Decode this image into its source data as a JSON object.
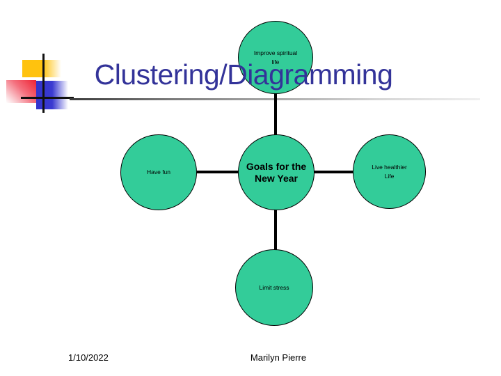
{
  "slide": {
    "title": "Clustering/Diagramming",
    "footer": {
      "date": "1/10/2022",
      "author": "Marilyn Pierre"
    }
  },
  "colors": {
    "title_text": "#333399",
    "node_fill": "#33CC99",
    "node_border": "#000000",
    "connector": "#000000",
    "decoration_yellow": "#FFC20E",
    "decoration_red": "#EE2233",
    "decoration_blue": "#3333CC",
    "title_rule_gray": "#A8A8A8"
  },
  "diagram": {
    "type": "cluster",
    "center": {
      "label": "Goals for the\nNew Year"
    },
    "branches": [
      {
        "position": "top",
        "label": "Improve spiritual\nlife"
      },
      {
        "position": "left",
        "label": "Have fun"
      },
      {
        "position": "right",
        "label": "Live healthier\nLife"
      },
      {
        "position": "bottom",
        "label": "Limit stress"
      }
    ]
  }
}
